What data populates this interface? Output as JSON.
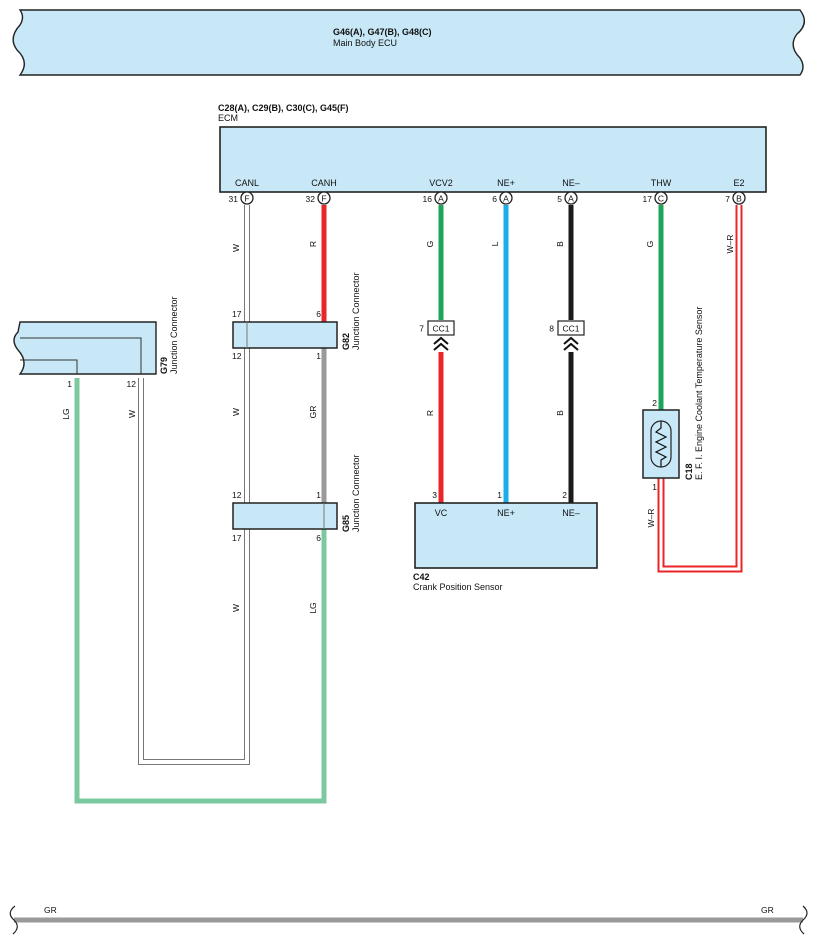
{
  "main_body_ecu": {
    "code": "G46(A), G47(B), G48(C)",
    "name": "Main Body ECU"
  },
  "ecm": {
    "code": "C28(A), C29(B), C30(C), G45(F)",
    "name": "ECM",
    "terminals": [
      {
        "label": "CANL",
        "pin": "31",
        "conn": "F"
      },
      {
        "label": "CANH",
        "pin": "32",
        "conn": "F"
      },
      {
        "label": "VCV2",
        "pin": "16",
        "conn": "A"
      },
      {
        "label": "NE+",
        "pin": "6",
        "conn": "A"
      },
      {
        "label": "NE–",
        "pin": "5",
        "conn": "A"
      },
      {
        "label": "THW",
        "pin": "17",
        "conn": "C"
      },
      {
        "label": "E2",
        "pin": "7",
        "conn": "B"
      }
    ]
  },
  "g79": {
    "code": "G79",
    "name": "Junction Connector",
    "pin_left": "1",
    "pin_right": "12"
  },
  "g82": {
    "code": "G82",
    "name": "Junction Connector",
    "pin_tl": "17",
    "pin_tr": "6",
    "pin_bl": "12",
    "pin_br": "1"
  },
  "g85": {
    "code": "G85",
    "name": "Junction Connector",
    "pin_tl": "12",
    "pin_tr": "1",
    "pin_bl": "17",
    "pin_br": "6"
  },
  "cc1": {
    "label": "CC1",
    "pin_left": "7",
    "pin_right": "8"
  },
  "c42": {
    "code": "C42",
    "name": "Crank Position Sensor",
    "terminals": [
      {
        "label": "VC",
        "pin": "3"
      },
      {
        "label": "NE+",
        "pin": "1"
      },
      {
        "label": "NE–",
        "pin": "2"
      }
    ]
  },
  "c18": {
    "code": "C18",
    "name": "E. F. I.  Engine Coolant Temperature Sensor",
    "pin_top": "2",
    "pin_bottom": "1"
  },
  "wire_colors": {
    "canl_upper": "W",
    "canh_upper": "R",
    "vcv2_upper": "G",
    "ne_plus": "L",
    "ne_minus_upper": "B",
    "thw": "G",
    "e2": "W–R",
    "vc_lower": "R",
    "ne_minus_lower": "B",
    "g79_left": "LG",
    "g79_right": "W",
    "canl_mid": "W",
    "canh_mid": "GR",
    "canl_lower": "W",
    "canh_lower": "LG",
    "c18_ground": "W–R",
    "bottom_bus_left": "GR",
    "bottom_bus_right": "GR"
  },
  "colors": {
    "connector_fill": "#c8e8f7",
    "red": "#e8262a",
    "green": "#1fa55a",
    "light_green": "#7cc9a0",
    "blue": "#1aaee8",
    "black": "#1a1a1a",
    "gray": "#9a9a9a"
  }
}
